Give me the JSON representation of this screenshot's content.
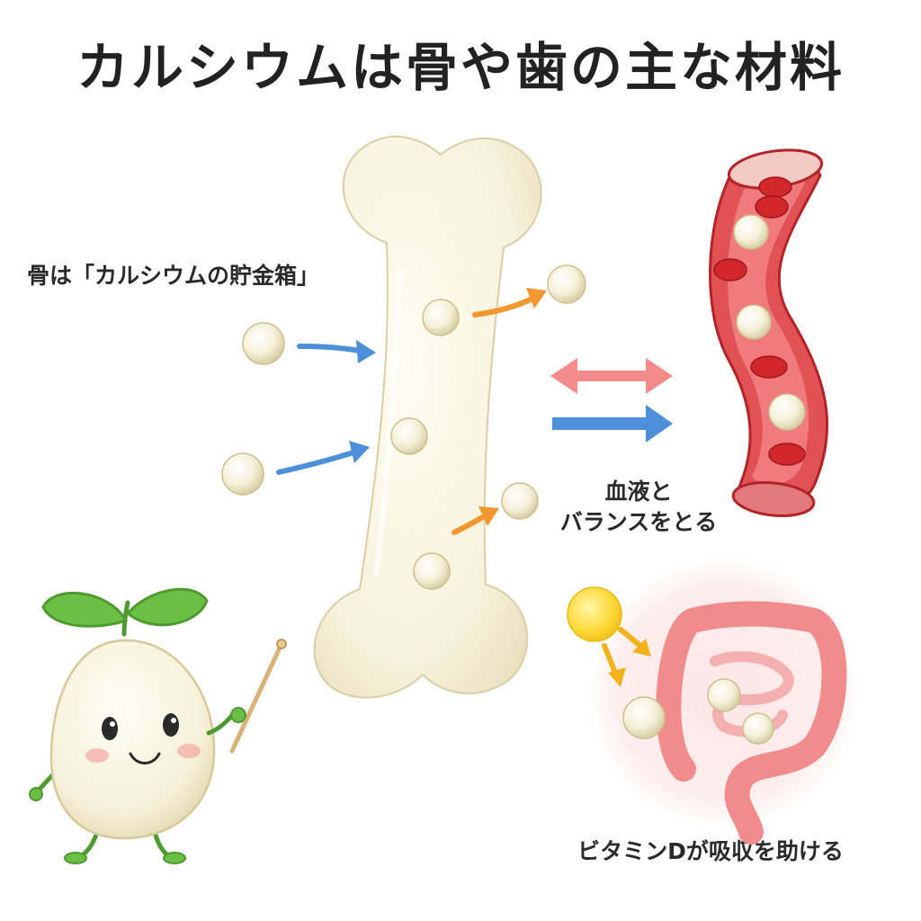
{
  "title": "カルシウムは骨や歯の主な材料",
  "labels": {
    "bone_bank": "骨は「カルシウムの貯金箱」",
    "blood_balance_line1": "血液と",
    "blood_balance_line2": "バランスをとる",
    "vitamin_d": "ビタミンDが吸収を助ける"
  },
  "colors": {
    "bone": "#f7f2dc",
    "bone_outline": "#d9cfa6",
    "calcium": "#f6f1da",
    "arrow_in": "#4d8fd9",
    "arrow_out": "#f2962e",
    "arrow_pink": "#f48b8b",
    "vessel": "#d9383a",
    "blood_cell": "#d2262a",
    "sun": "#fdd835",
    "intestine": "#f28b8b",
    "sprout_leaf": "#5fae3d"
  }
}
